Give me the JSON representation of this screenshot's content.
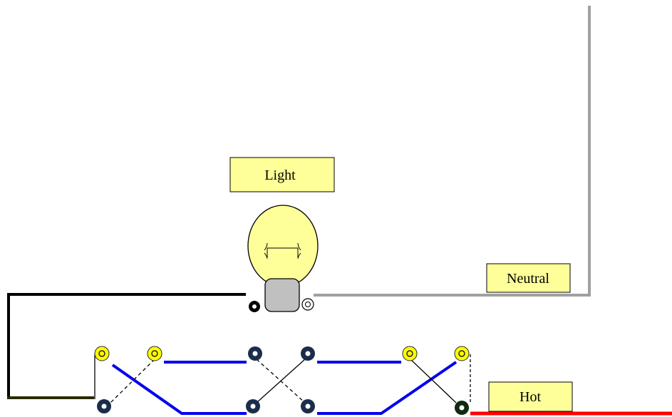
{
  "labels": {
    "light": "Light",
    "neutral": "Neutral",
    "hot": "Hot"
  },
  "colors": {
    "neutral_wire": "#a0a0a0",
    "hot_wire": "#ff0000",
    "switch_leg": "#000000",
    "traveler": "#0000ee",
    "label_fill": "#ffff99",
    "bulb_fill": "#ffff99",
    "base_fill": "#c0c0c0",
    "terminal_yellow": "#ffff00",
    "terminal_navy": "#1a2e4a",
    "terminal_green": "#0f2a0f"
  },
  "components": {
    "switches": [
      "three-way-switch-left",
      "four-way-switch-middle",
      "three-way-switch-right"
    ],
    "icon": "light-bulb-icon"
  }
}
